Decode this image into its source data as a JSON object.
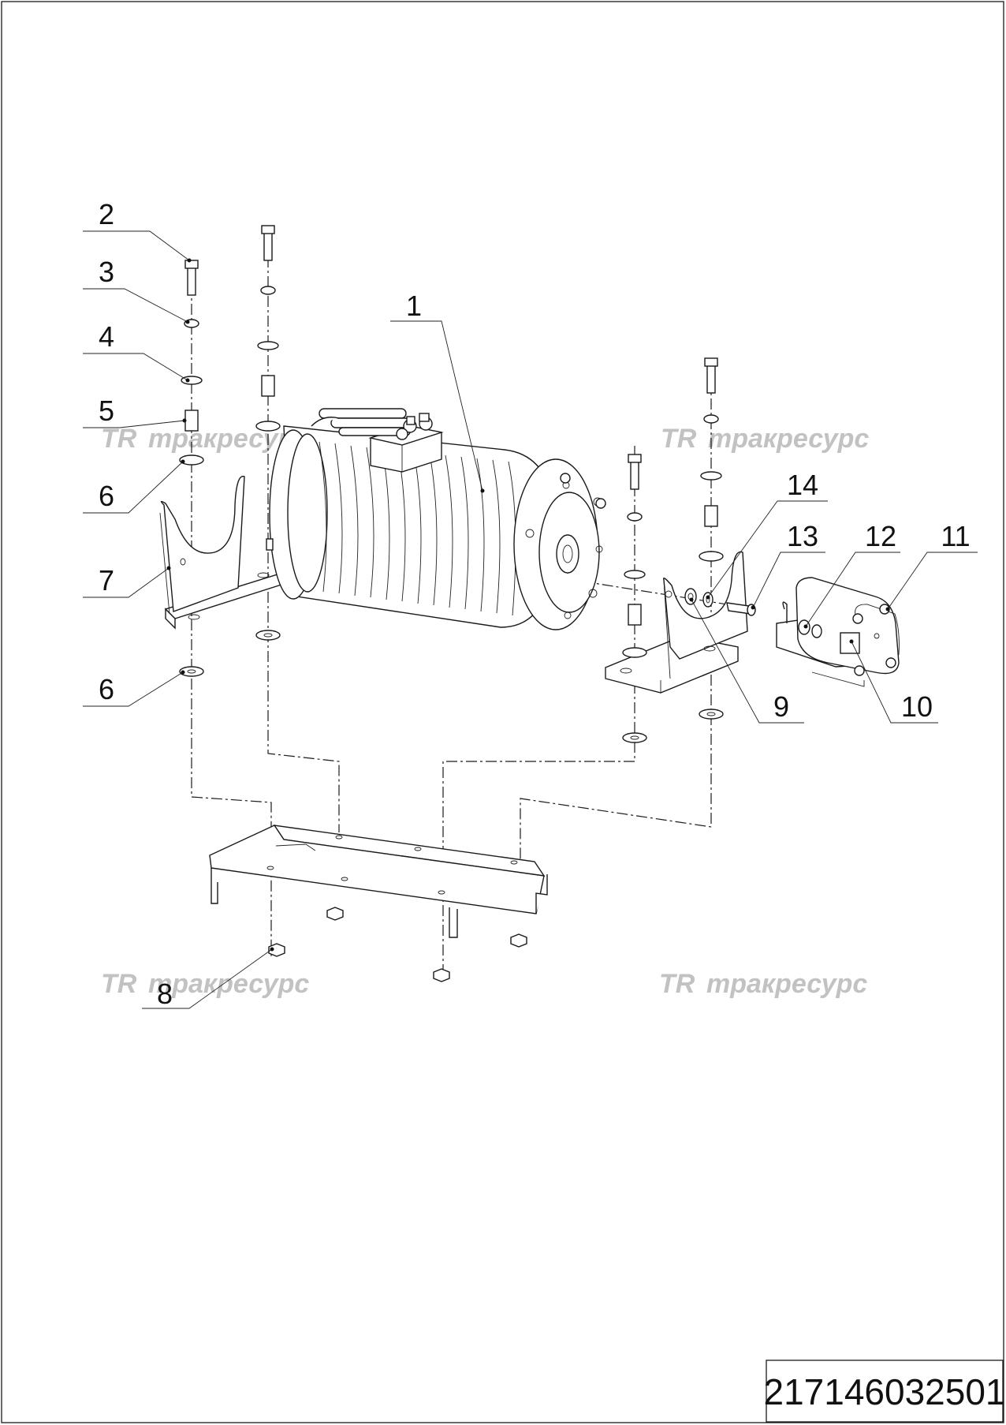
{
  "drawing_number": "217146032501",
  "watermark": {
    "logo": "TR",
    "text": "тракресурс"
  },
  "callouts": [
    "1",
    "2",
    "3",
    "4",
    "5",
    "6",
    "6",
    "7",
    "8",
    "9",
    "10",
    "11",
    "12",
    "13",
    "14"
  ]
}
